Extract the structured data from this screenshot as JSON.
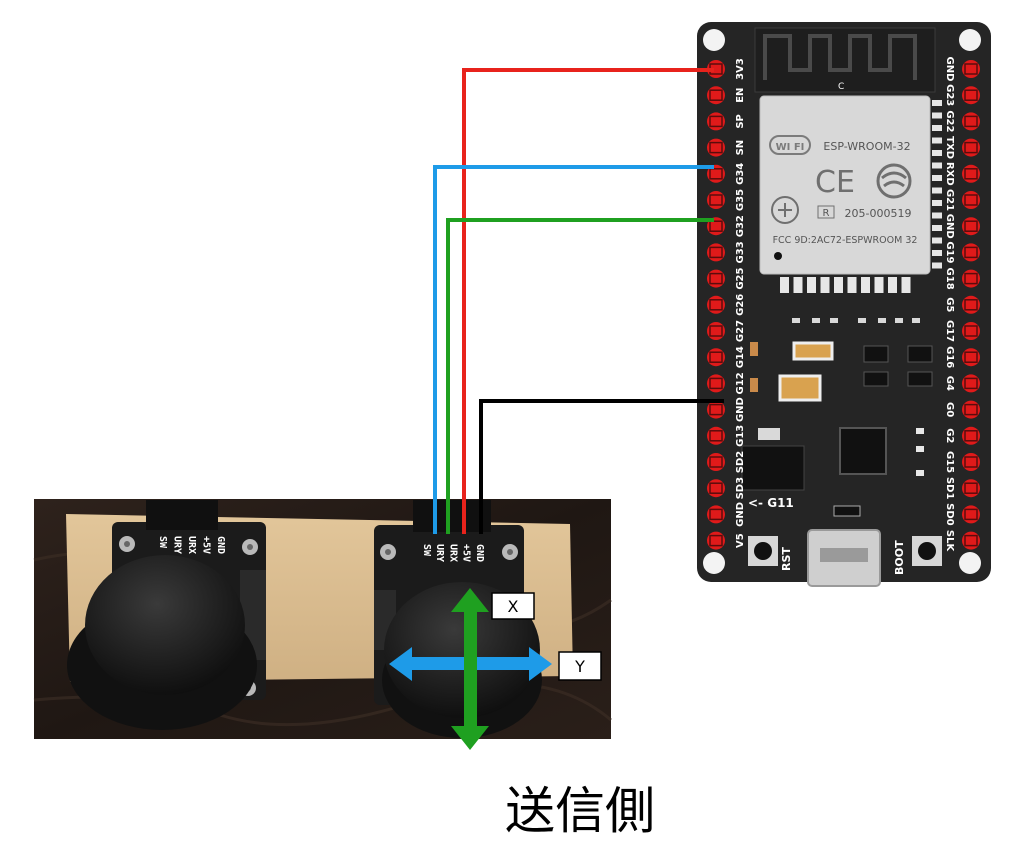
{
  "caption": "送信側",
  "axis_labels": {
    "x": "X",
    "y": "Y"
  },
  "esp32": {
    "module_labels": {
      "wifi_logo": "WI FI",
      "model": "ESP-WROOM-32",
      "ce": "CE",
      "r": "R",
      "cert": "205-000519",
      "fcc": "FCC 9D:2AC72-ESPWROOM 32"
    },
    "left_pins": [
      "3V3",
      "EN",
      "SP",
      "SN",
      "G34",
      "G35",
      "G32",
      "G33",
      "G25",
      "G26",
      "G27",
      "G14",
      "G12",
      "GND",
      "G13",
      "SD2",
      "SD3",
      "GND",
      "V5"
    ],
    "right_pins": [
      "GND",
      "G23",
      "G22",
      "TXD",
      "RXD",
      "G21",
      "GND",
      "G19",
      "G18",
      "G5",
      "G17",
      "G16",
      "G4",
      "G0",
      "G2",
      "G15",
      "SD1",
      "SD0",
      "SLK"
    ],
    "g11_label": "<- G11",
    "rst_label": "RST",
    "boot_label": "BOOT"
  },
  "joystick_pins": [
    "SW",
    "URY",
    "URX",
    "+5V",
    "GND"
  ],
  "wires": [
    {
      "name": "3V3 to +5V",
      "color": "#e8231c"
    },
    {
      "name": "G34 to URY",
      "color": "#1e9be8"
    },
    {
      "name": "G32 to URX",
      "color": "#1fa020"
    },
    {
      "name": "GND to GND",
      "color": "#000000"
    }
  ],
  "arrow_colors": {
    "x": "#1fa020",
    "y": "#1e9be8"
  }
}
